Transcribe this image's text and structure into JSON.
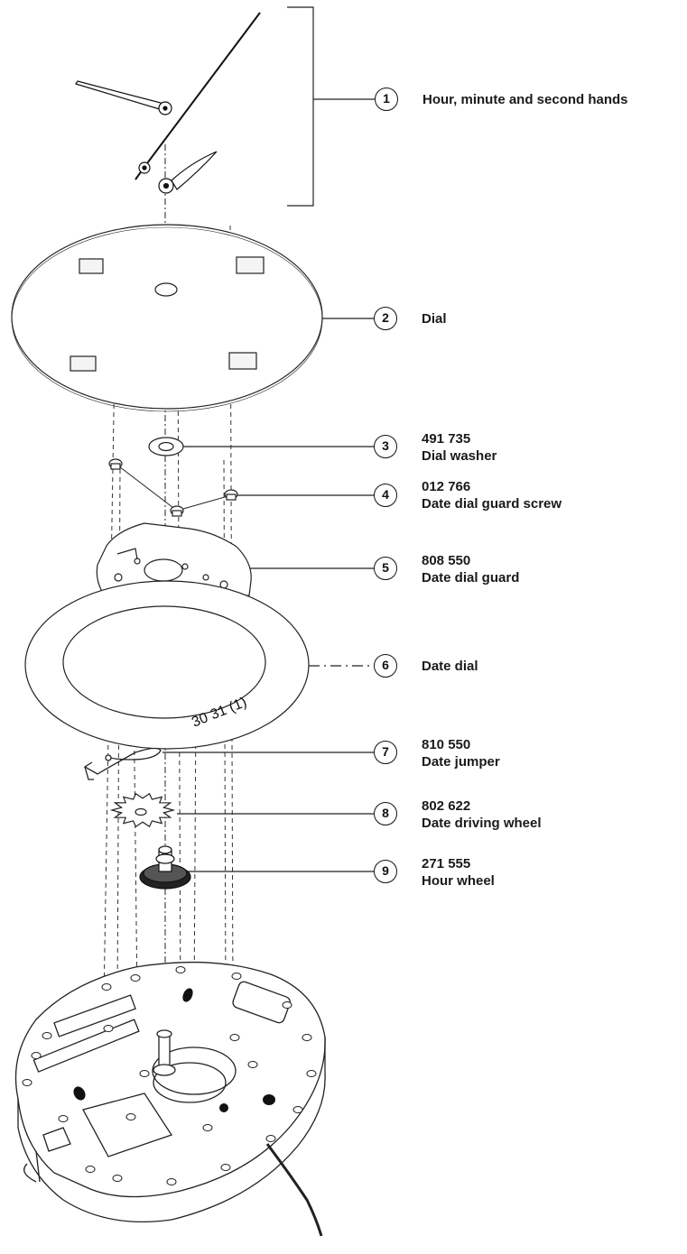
{
  "parts": [
    {
      "number": "1",
      "code": "",
      "name": "Hour, minute and second hands"
    },
    {
      "number": "2",
      "code": "",
      "name": "Dial"
    },
    {
      "number": "3",
      "code": "491 735",
      "name": "Dial washer"
    },
    {
      "number": "4",
      "code": "012 766",
      "name": "Date dial guard screw"
    },
    {
      "number": "5",
      "code": "808 550",
      "name": "Date dial guard"
    },
    {
      "number": "6",
      "code": "",
      "name": "Date dial"
    },
    {
      "number": "7",
      "code": "810 550",
      "name": "Date jumper"
    },
    {
      "number": "8",
      "code": "802 622",
      "name": "Date driving wheel"
    },
    {
      "number": "9",
      "code": "271 555",
      "name": "Hour wheel"
    }
  ],
  "date_dial_marks": "30 31 (1)"
}
